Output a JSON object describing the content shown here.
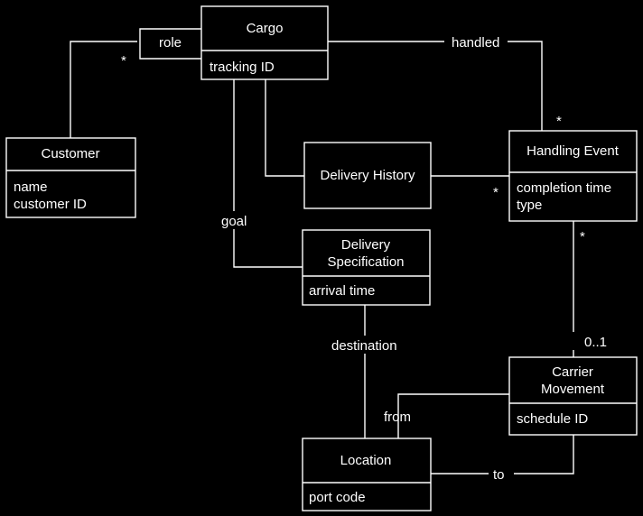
{
  "classes": {
    "cargo": {
      "name": "Cargo",
      "attrs": [
        "tracking ID"
      ]
    },
    "customer": {
      "name": "Customer",
      "attrs": [
        "name",
        "customer ID"
      ]
    },
    "handling_event": {
      "name": "Handling Event",
      "attrs": [
        "completion time",
        "type"
      ]
    },
    "delivery_history": {
      "name": "Delivery History",
      "attrs": []
    },
    "delivery_spec": {
      "name_lines": [
        "Delivery",
        "Specification"
      ],
      "attrs": [
        "arrival time"
      ]
    },
    "carrier_movement": {
      "name_lines": [
        "Carrier",
        "Movement"
      ],
      "attrs": [
        "schedule ID"
      ]
    },
    "location": {
      "name": "Location",
      "attrs": [
        "port code"
      ]
    }
  },
  "labels": {
    "role": "role",
    "handled": "handled",
    "goal": "goal",
    "destination": "destination",
    "from": "from",
    "to": "to",
    "mult_customer": "*",
    "mult_handled": "*",
    "mult_history": "*",
    "mult_handling_down": "*",
    "mult_carrier": "0..1"
  }
}
